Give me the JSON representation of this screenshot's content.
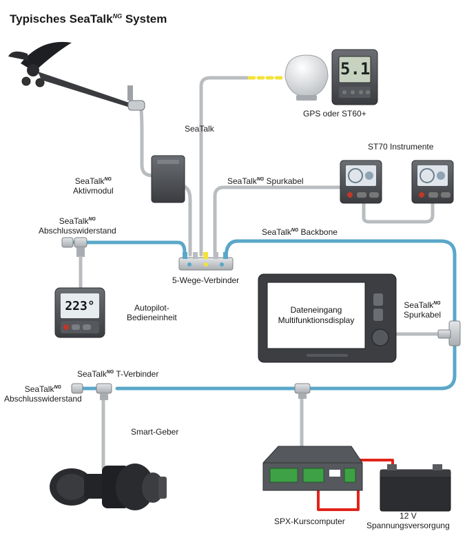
{
  "title": {
    "main": "Typisches SeaTalk",
    "sup": "NG",
    "suffix": " System"
  },
  "labels": {
    "ng": "NG",
    "gps": "GPS oder ST60+",
    "seatalk": "SeaTalk",
    "st70": "ST70 Instrumente",
    "aktiv_a": "SeaTalk",
    "aktiv_b": "Aktivmodul",
    "spur_a": "SeaTalk",
    "spur_b": " Spurkabel",
    "abschluss_top_a": "SeaTalk",
    "abschluss_top_b": "Abschlusswiderstand",
    "backbone_a": "SeaTalk",
    "backbone_b": " Backbone",
    "fiveway": "5-Wege-Verbinder",
    "autopilot_1": "Autopilot-",
    "autopilot_2": "Bedieneinheit",
    "mfd_1": "Dateneingang",
    "mfd_2": "Multifunktionsdisplay",
    "spur_right_a": "SeaTalk",
    "spur_right_b": "Spurkabel",
    "tverb_a": "SeaTalk",
    "tverb_b": " T-Verbinder",
    "abschluss_bot_a": "SeaTalk",
    "abschluss_bot_b": "Abschlusswiderstand",
    "smart": "Smart-Geber",
    "spx": "SPX-Kurscomputer",
    "power_1": "12 V",
    "power_2": "Spannungsversorgung"
  },
  "displays": {
    "st60": "5.1",
    "autopilot": "223°"
  },
  "colors": {
    "backbone": "#5aa7c9",
    "spur": "#bfc3c6",
    "power": "#e2231a",
    "yellow": "#f3e23a",
    "device": "#4a4c50"
  }
}
